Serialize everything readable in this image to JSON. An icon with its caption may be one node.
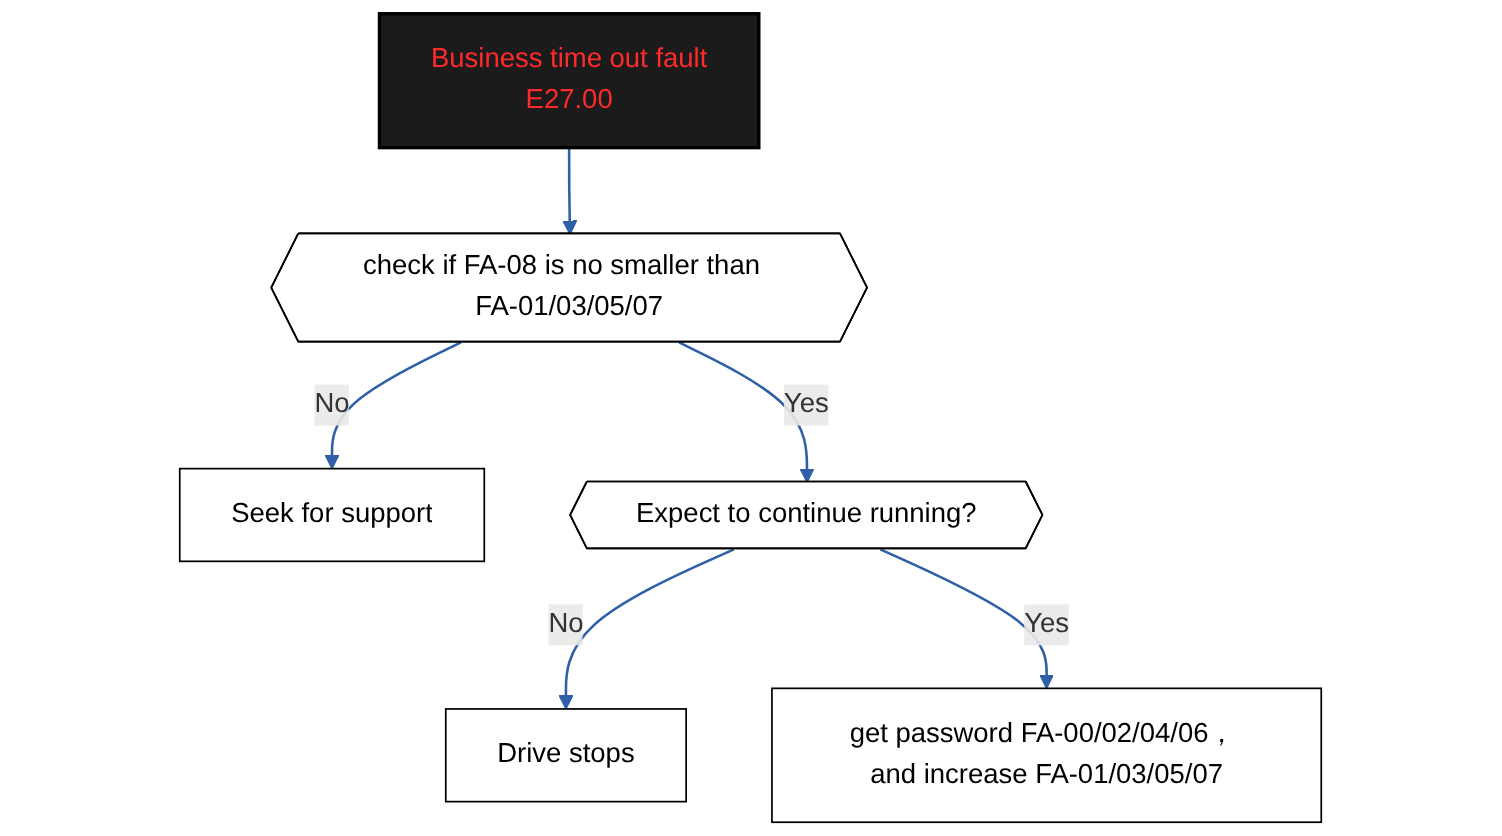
{
  "diagram": {
    "nodes": [
      {
        "text": [
          "Business time out fault",
          "E27.00"
        ]
      },
      {
        "text": [
          "check if FA-08 is no smaller than  FA-01/03/05/07"
        ]
      },
      {
        "text": [
          "Seek for support"
        ]
      },
      {
        "text": [
          "Expect to continue running?"
        ]
      },
      {
        "text": [
          "Drive stops"
        ]
      },
      {
        "text": [
          "get password FA-00/02/04/06， and increase FA-01/03/05/07"
        ]
      }
    ],
    "edges": [
      {
        "from": 0,
        "to": 1,
        "arrow": "to"
      },
      {
        "from": 1,
        "to": 2,
        "label": "No",
        "arrow": "to"
      },
      {
        "from": 1,
        "to": 3,
        "label": "Yes",
        "arrow": "to"
      },
      {
        "from": 3,
        "to": 4,
        "label": "No",
        "arrow": "to"
      },
      {
        "from": 3,
        "to": 5,
        "label": "Yes",
        "arrow": "to"
      }
    ]
  }
}
